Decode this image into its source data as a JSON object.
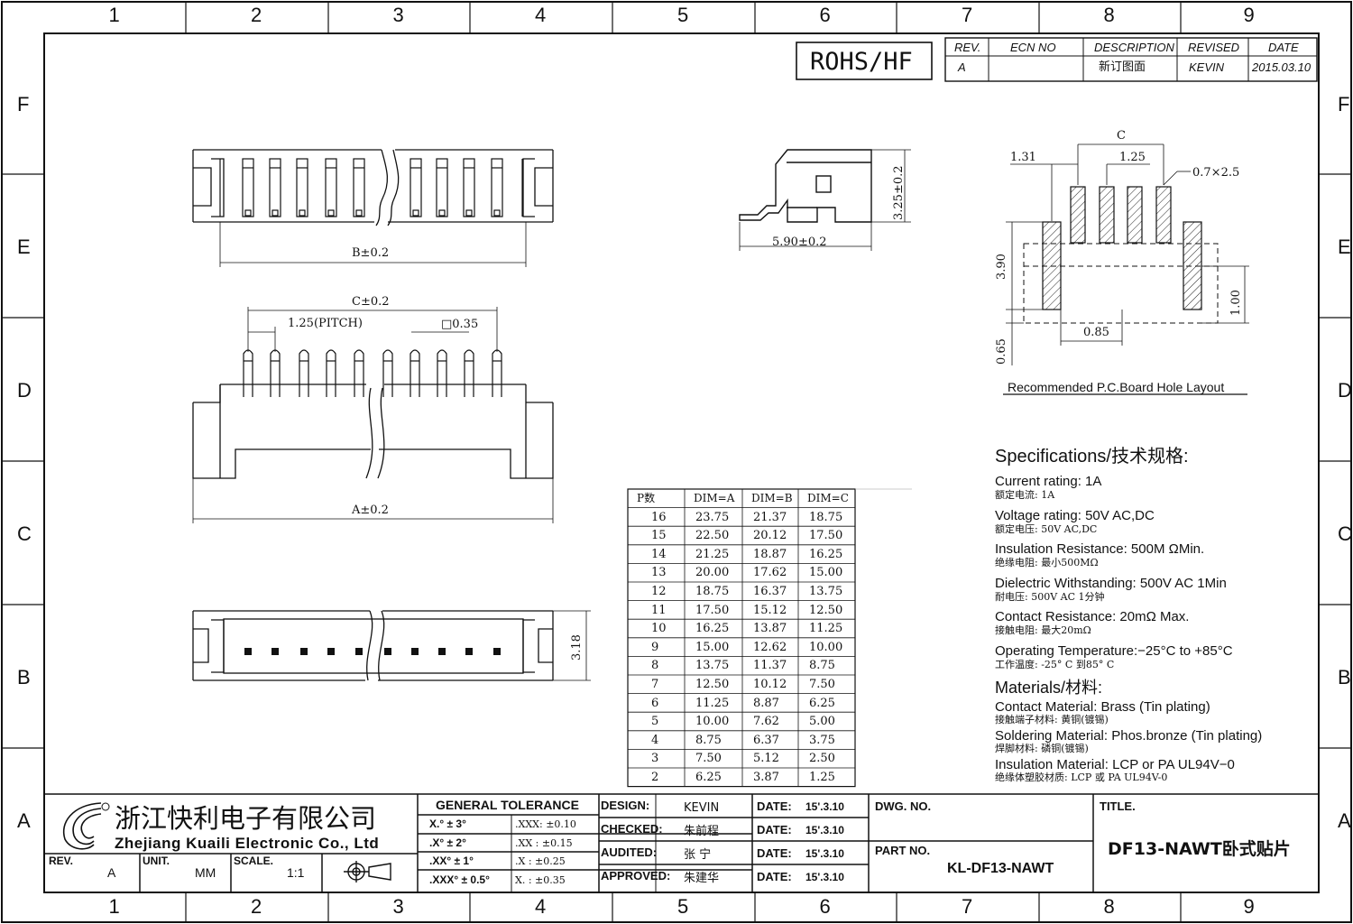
{
  "grid": {
    "columns": [
      "1",
      "2",
      "3",
      "4",
      "5",
      "6",
      "7",
      "8",
      "9"
    ],
    "rows_left": [
      "F",
      "E",
      "D",
      "C",
      "B",
      "A"
    ],
    "rows_right": [
      "F",
      "E",
      "D",
      "C",
      "B",
      "A"
    ]
  },
  "rohs": "ROHS/HF",
  "revision_block": {
    "headers": [
      "REV.",
      "ECN NO",
      "DESCRIPTION",
      "REVISED",
      "DATE"
    ],
    "row": [
      "A",
      "",
      "新订图面",
      "KEVIN",
      "2015.03.10"
    ]
  },
  "dims": {
    "top_b": "B±0.2",
    "side_height": "3.25±0.2",
    "side_width": "5.90±0.2",
    "front_c": "C±0.2",
    "front_pitch": "1.25(PITCH)",
    "front_pin": "□0.35",
    "front_a": "A±0.2",
    "bottom_h": "3.18"
  },
  "pcb": {
    "c": "C",
    "d131": "1.31",
    "d125": "1.25",
    "pad": "0.7×2.5",
    "d390": "3.90",
    "d100": "1.00",
    "d085": "0.85",
    "d065": "0.65",
    "caption": "Recommended  P.C.Board Hole  Layout"
  },
  "dim_table": {
    "headers": [
      "P数",
      "DIM=A",
      "DIM=B",
      "DIM=C"
    ],
    "rows": [
      [
        "16",
        "23.75",
        "21.37",
        "18.75"
      ],
      [
        "15",
        "22.50",
        "20.12",
        "17.50"
      ],
      [
        "14",
        "21.25",
        "18.87",
        "16.25"
      ],
      [
        "13",
        "20.00",
        "17.62",
        "15.00"
      ],
      [
        "12",
        "18.75",
        "16.37",
        "13.75"
      ],
      [
        "11",
        "17.50",
        "15.12",
        "12.50"
      ],
      [
        "10",
        "16.25",
        "13.87",
        "11.25"
      ],
      [
        "9",
        "15.00",
        "12.62",
        "10.00"
      ],
      [
        "8",
        "13.75",
        "11.37",
        "8.75"
      ],
      [
        "7",
        "12.50",
        "10.12",
        "7.50"
      ],
      [
        "6",
        "11.25",
        "8.87",
        "6.25"
      ],
      [
        "5",
        "10.00",
        "7.62",
        "5.00"
      ],
      [
        "4",
        "8.75",
        "6.37",
        "3.75"
      ],
      [
        "3",
        "7.50",
        "5.12",
        "2.50"
      ],
      [
        "2",
        "6.25",
        "3.87",
        "1.25"
      ]
    ]
  },
  "specs": {
    "title": "Specifications/技术规格:",
    "items": [
      {
        "en": "Current  rating:  1A",
        "cn": "额定电流: 1A"
      },
      {
        "en": "Voltage  rating:  50V  AC,DC",
        "cn": "额定电压: 50V AC,DC"
      },
      {
        "en": "Insulation  Resistance:  500M  ΩMin.",
        "cn": "绝缘电阻: 最小500MΩ"
      },
      {
        "en": "Dielectric  Withstanding:    500V  AC    1Min",
        "cn": "耐电压: 500V AC  1分钟"
      },
      {
        "en": "Contact  Resistance:    20mΩ  Max.",
        "cn": "接触电阻: 最大20mΩ"
      },
      {
        "en": "Operating  Temperature:−25°C  to  +85°C",
        "cn": "工作温度: -25° C 到85° C"
      }
    ],
    "materials_title": "Materials/材料:",
    "materials": [
      {
        "en": "Contact  Material:  Brass  (Tin  plating)",
        "cn": "接触端子材料: 黄铜(镀锡)"
      },
      {
        "en": "Soldering  Material:  Phos.bronze  (Tin  plating)",
        "cn": "焊脚材料: 磷铜(镀锡)"
      },
      {
        "en": "Insulation  Material:  LCP  or  PA  UL94V−0",
        "cn": "绝缘体塑胶材质: LCP 或 PA UL94V-0"
      }
    ]
  },
  "title_block": {
    "company_cn": "浙江快利电子有限公司",
    "company_en": "Zhejiang  Kuaili  Electronic  Co.,  Ltd",
    "rev_label": "REV.",
    "rev_value": "A",
    "unit_label": "UNIT.",
    "unit_value": "MM",
    "scale_label": "SCALE.",
    "scale_value": "1:1",
    "tolerance_title": "GENERAL  TOLERANCE",
    "tolerances": [
      [
        "X.° ± 3°",
        ".XXX:  ±0.10"
      ],
      [
        ".X° ± 2°",
        ".XX  :  ±0.15"
      ],
      [
        ".XX° ± 1°",
        ".X   :  ±0.25"
      ],
      [
        ".XXX° ± 0.5°",
        "X.   :  ±0.35"
      ]
    ],
    "sign": [
      {
        "label": "DESIGN:",
        "name": "KEVIN",
        "date_label": "DATE:",
        "date": "15'.3.10"
      },
      {
        "label": "CHECKED:",
        "name": "朱前程",
        "date_label": "DATE:",
        "date": "15'.3.10"
      },
      {
        "label": "AUDITED:",
        "name": "张  宁",
        "date_label": "DATE:",
        "date": "15'.3.10"
      },
      {
        "label": "APPROVED:",
        "name": "朱建华",
        "date_label": "DATE:",
        "date": "15'.3.10"
      }
    ],
    "dwg_label": "DWG. NO.",
    "part_label": "PART NO.",
    "part_value": "KL-DF13-NAWT",
    "title_label": "TITLE.",
    "title_value": "DF13-NAWT卧式贴片"
  }
}
